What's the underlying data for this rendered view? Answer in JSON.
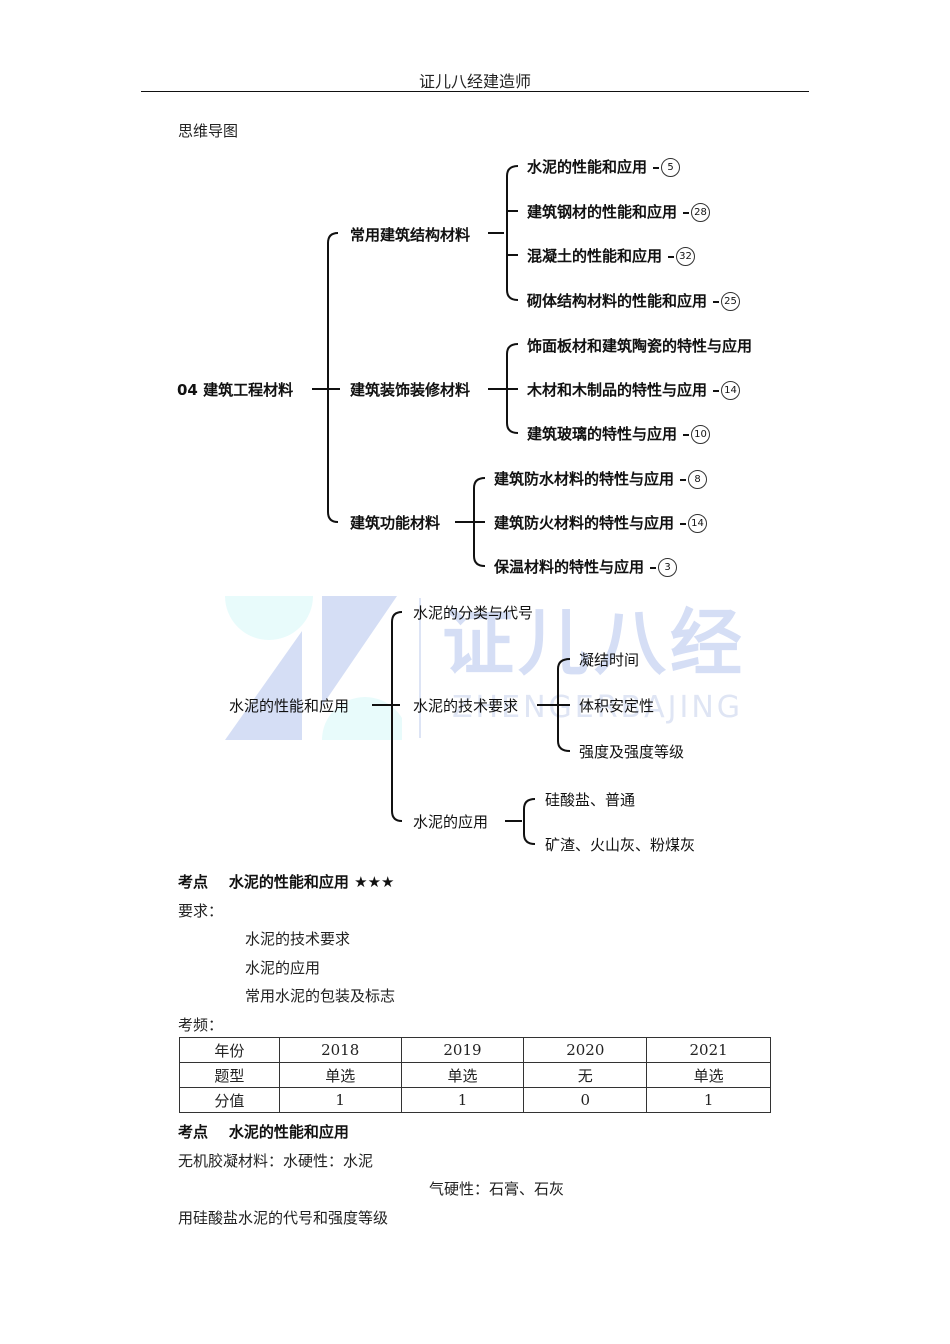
{
  "header": {
    "title": "证儿八经建造师"
  },
  "section_label": "思维导图",
  "mindmap1": {
    "root": "04 建筑工程材料",
    "branches": [
      {
        "label": "常用建筑结构材料",
        "children": [
          {
            "label": "水泥的性能和应用",
            "badge": "5"
          },
          {
            "label": "建筑钢材的性能和应用",
            "badge": "28"
          },
          {
            "label": "混凝土的性能和应用",
            "badge": "32"
          },
          {
            "label": "砌体结构材料的性能和应用",
            "badge": "25"
          }
        ]
      },
      {
        "label": "建筑装饰装修材料",
        "children": [
          {
            "label": "饰面板材和建筑陶瓷的特性与应用",
            "badge": ""
          },
          {
            "label": "木材和木制品的特性与应用",
            "badge": "14"
          },
          {
            "label": "建筑玻璃的特性与应用",
            "badge": "10"
          }
        ]
      },
      {
        "label": "建筑功能材料",
        "children": [
          {
            "label": "建筑防水材料的特性与应用",
            "badge": "8"
          },
          {
            "label": "建筑防火材料的特性与应用",
            "badge": "14"
          },
          {
            "label": "保温材料的特性与应用",
            "badge": "3"
          }
        ]
      }
    ]
  },
  "mindmap2": {
    "root": "水泥的性能和应用",
    "branches": [
      {
        "label": "水泥的分类与代号",
        "children": []
      },
      {
        "label": "水泥的技术要求",
        "children": [
          {
            "label": "凝结时间"
          },
          {
            "label": "体积安定性"
          },
          {
            "label": "强度及强度等级"
          }
        ]
      },
      {
        "label": "水泥的应用",
        "children": [
          {
            "label": "硅酸盐、普通"
          },
          {
            "label": "矿渣、火山灰、粉煤灰"
          }
        ]
      }
    ]
  },
  "watermark": {
    "cn": "证儿八经",
    "en": "ZHENGERBAJING"
  },
  "kaodian1": {
    "prefix": "考点",
    "title": "水泥的性能和应用",
    "stars": "★★★"
  },
  "requirements": {
    "label": "要求：",
    "items": [
      "水泥的技术要求",
      "水泥的应用",
      "常用水泥的包装及标志"
    ]
  },
  "frequency": {
    "label": "考频：",
    "rows": [
      [
        "年份",
        "2018",
        "2019",
        "2020",
        "2021"
      ],
      [
        "题型",
        "单选",
        "单选",
        "无",
        "单选"
      ],
      [
        "分值",
        "1",
        "1",
        "0",
        "1"
      ]
    ]
  },
  "kaodian2": {
    "prefix": "考点",
    "title": "水泥的性能和应用"
  },
  "body": {
    "line1": "无机胶凝材料：水硬性：水泥",
    "line2": "气硬性：石膏、石灰",
    "line3": "用硅酸盐水泥的代号和强度等级"
  }
}
